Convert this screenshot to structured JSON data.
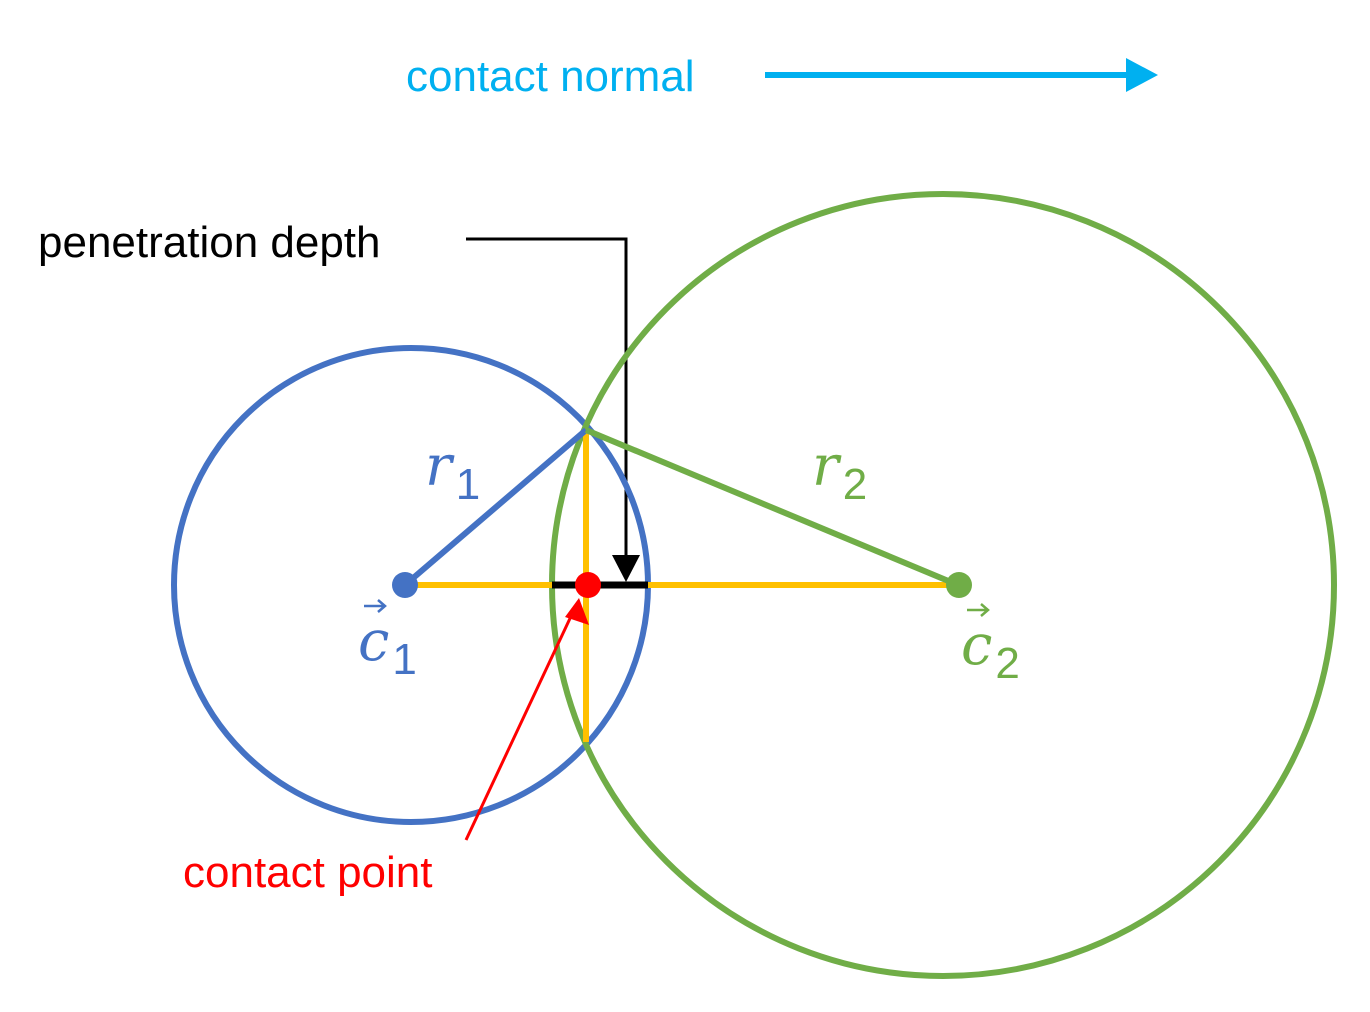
{
  "labels": {
    "contact_normal": "contact normal",
    "penetration_depth": "penetration depth",
    "contact_point": "contact point",
    "r1_base": "r",
    "r1_sub": "1",
    "r2_base": "r",
    "r2_sub": "2",
    "c1_base": "c",
    "c1_sub": "1",
    "c2_base": "c",
    "c2_sub": "2",
    "vector_arrow": "→"
  },
  "colors": {
    "contact_normal": "#00b0f0",
    "circle1": "#4472c4",
    "circle2": "#70ad47",
    "axis_lines": "#ffc000",
    "penetration": "#000000",
    "contact_point": "#ff0000"
  }
}
